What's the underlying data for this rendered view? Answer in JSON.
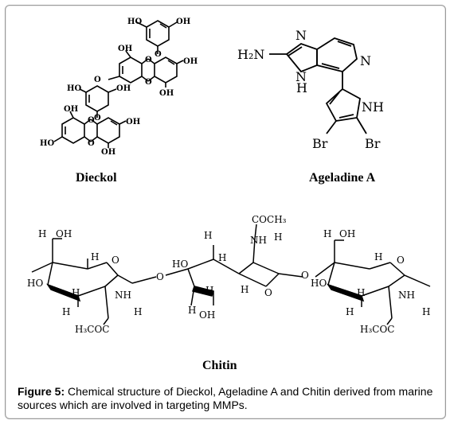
{
  "labels": {
    "dieckol": "Dieckol",
    "ageladine": "Ageladine A",
    "chitin": "Chitin"
  },
  "atoms": {
    "ho": "HO",
    "oh": "OH",
    "o": "O",
    "oh_lower": "OH",
    "h": "H",
    "h2n": "H₂N",
    "n": "N",
    "nh": "NH",
    "br": "Br",
    "coch3": "COCH₃",
    "h3coc": "H₃COC",
    "ho_h": "H OH"
  },
  "caption": {
    "label": "Figure 5:",
    "text": " Chemical structure of Dieckol, Ageladine A and Chitin derived from marine sources which are involved in targeting MMPs."
  }
}
